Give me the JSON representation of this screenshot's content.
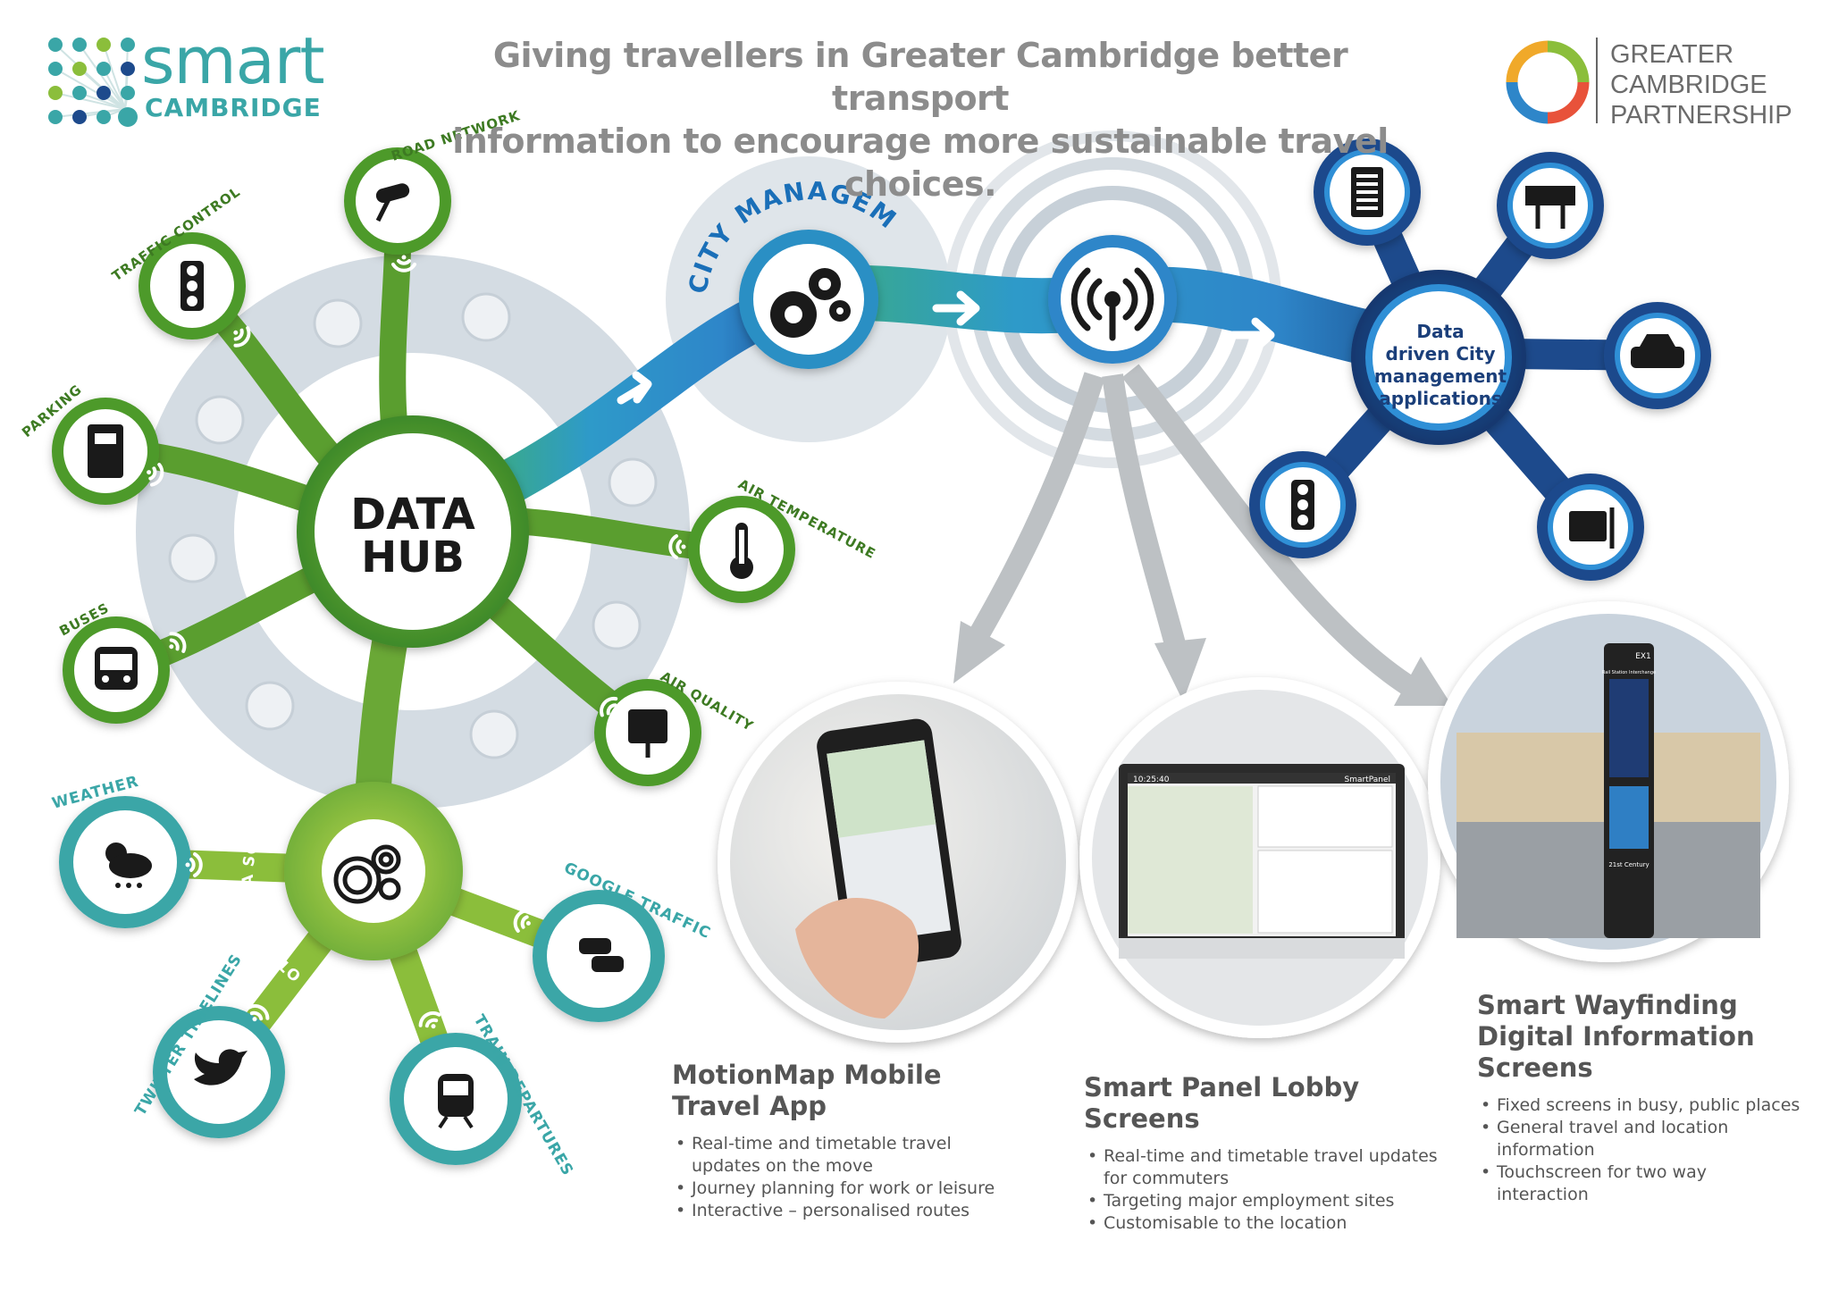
{
  "header": {
    "title_line1": "Giving travellers in Greater Cambridge better transport",
    "title_line2": "information to encourage more sustainable travel choices."
  },
  "logos": {
    "smart_word": "smart",
    "cambridge_word": "CAMBRIDGE",
    "gcp_lines": [
      "GREATER",
      "CAMBRIDGE",
      "PARTNERSHIP"
    ]
  },
  "hub": {
    "line1": "DATA",
    "line2": "HUB",
    "sources": [
      {
        "label": "ROAD NETWORK",
        "icon": "road-camera-icon"
      },
      {
        "label": "TRAFFIC CONTROL",
        "icon": "traffic-light-icon"
      },
      {
        "label": "PARKING",
        "icon": "parking-meter-icon"
      },
      {
        "label": "BUSES",
        "icon": "bus-icon"
      },
      {
        "label": "AIR TEMPERATURE",
        "icon": "thermometer-icon"
      },
      {
        "label": "AIR QUALITY",
        "icon": "air-quality-sensor-icon"
      }
    ]
  },
  "other": {
    "label": "OTHER DATA SOURCES",
    "sources": [
      {
        "label": "WEATHER",
        "icon": "weather-icon"
      },
      {
        "label": "GOOGLE TRAFFIC",
        "icon": "cars-icon"
      },
      {
        "label": "TWITTER TIMELINES",
        "icon": "twitter-bird-icon"
      },
      {
        "label": "TRAIN DEPARTURES",
        "icon": "train-icon"
      }
    ]
  },
  "city": {
    "label": "CITY MANAGEMENT",
    "apps_lines": [
      "Data",
      "driven City",
      "management",
      "applications"
    ]
  },
  "colors": {
    "green": "#5a9e2f",
    "dark_green": "#3d7a22",
    "lime": "#a5c83a",
    "teal": "#3aa6a7",
    "blue": "#2e86c9",
    "navy": "#1a3f7a",
    "grey_ring": "#d4dce3",
    "text_grey": "#555555"
  },
  "panels": [
    {
      "title_lines": [
        "MotionMap Mobile",
        "Travel App"
      ],
      "bullets": [
        [
          "Real-time and timetable travel",
          "updates on the move"
        ],
        [
          "Journey planning for work or leisure"
        ],
        [
          "Interactive – personalised routes"
        ]
      ]
    },
    {
      "title_lines": [
        "Smart Panel Lobby Screens"
      ],
      "bullets": [
        [
          "Real-time and timetable travel updates",
          "for commuters"
        ],
        [
          "Targeting major employment sites"
        ],
        [
          "Customisable to the location"
        ]
      ]
    },
    {
      "title_lines": [
        "Smart Wayfinding",
        "Digital Information",
        "Screens"
      ],
      "bullets": [
        [
          "Fixed screens in busy, public places"
        ],
        [
          "General travel and location",
          "information"
        ],
        [
          "Touchscreen for two way",
          "interaction"
        ]
      ]
    }
  ],
  "screen_texts": {
    "smartpanel_time": "10:25:40",
    "smartpanel_brand": "SmartPanel",
    "totem_code": "EX1",
    "totem_heading": "Rail Station Interchange",
    "totem_brand": "21st Century"
  }
}
